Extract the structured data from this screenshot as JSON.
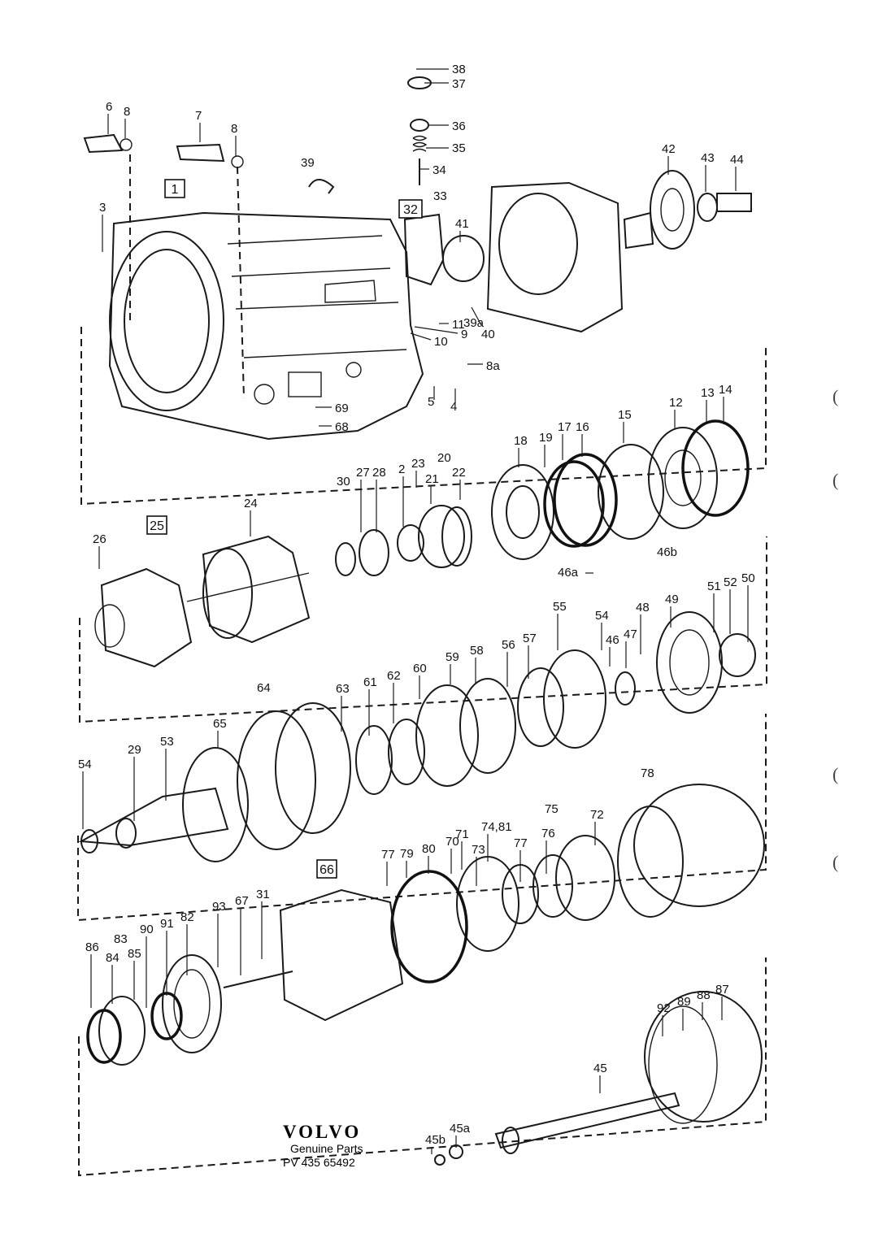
{
  "brand": {
    "logo_text": "VOLVO",
    "subtitle": "Genuine Parts",
    "part_number": "PV 435 65492"
  },
  "boxed_labels": [
    "1",
    "32",
    "25",
    "66"
  ],
  "labels": [
    "38",
    "37",
    "36",
    "35",
    "34",
    "33",
    "6",
    "8",
    "7",
    "8",
    "39",
    "42",
    "43",
    "44",
    "3",
    "41",
    "11",
    "39a",
    "40",
    "10",
    "9",
    "8a",
    "5",
    "4",
    "69",
    "68",
    "12",
    "13",
    "14",
    "15",
    "16",
    "17",
    "19",
    "18",
    "20",
    "23",
    "2",
    "28",
    "27",
    "30",
    "21",
    "22",
    "24",
    "26",
    "46b",
    "46a",
    "54",
    "48",
    "47",
    "46",
    "49",
    "51",
    "52",
    "50",
    "64",
    "63",
    "61",
    "62",
    "60",
    "59",
    "58",
    "56",
    "57",
    "55",
    "65",
    "53",
    "29",
    "54",
    "78",
    "75",
    "71",
    "74,81",
    "77",
    "76",
    "72",
    "73",
    "70",
    "80",
    "79",
    "77",
    "86",
    "83",
    "84",
    "85",
    "90",
    "91",
    "82",
    "93",
    "67",
    "31",
    "92",
    "89",
    "88",
    "87",
    "45",
    "45a",
    "45b"
  ],
  "margin_marks": [
    "(",
    "(",
    "(",
    "("
  ]
}
